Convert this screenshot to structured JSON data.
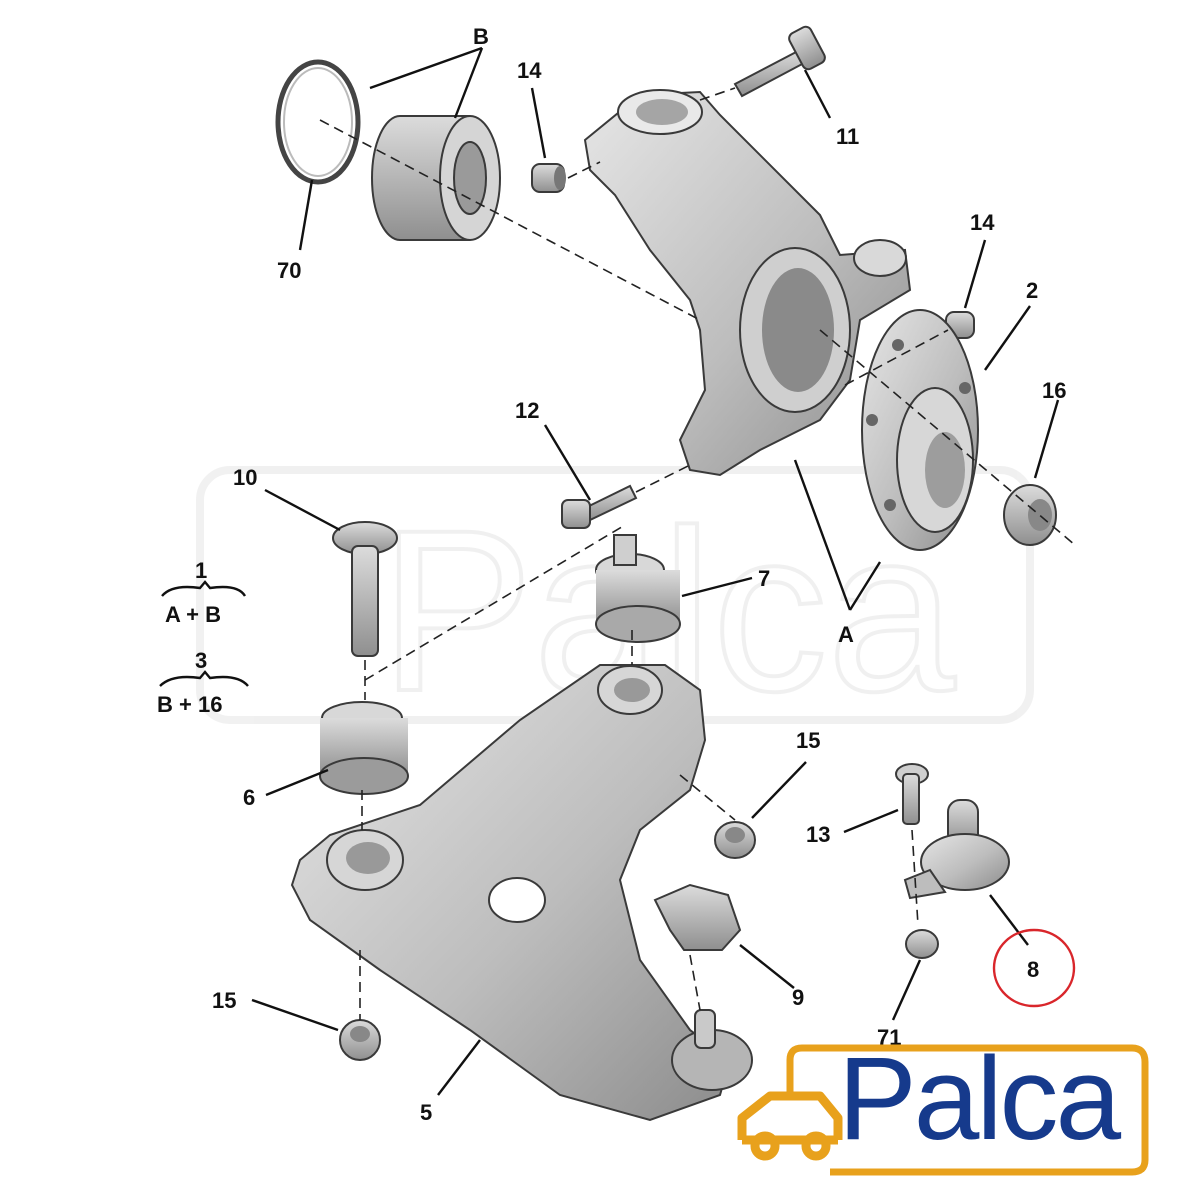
{
  "diagram": {
    "callouts": [
      {
        "id": "B",
        "text": "B"
      },
      {
        "id": "14a",
        "text": "14"
      },
      {
        "id": "11",
        "text": "11"
      },
      {
        "id": "70",
        "text": "70"
      },
      {
        "id": "14b",
        "text": "14"
      },
      {
        "id": "2",
        "text": "2"
      },
      {
        "id": "16",
        "text": "16"
      },
      {
        "id": "12",
        "text": "12"
      },
      {
        "id": "10",
        "text": "10"
      },
      {
        "id": "7",
        "text": "7"
      },
      {
        "id": "A",
        "text": "A"
      },
      {
        "id": "6",
        "text": "6"
      },
      {
        "id": "15a",
        "text": "15"
      },
      {
        "id": "13",
        "text": "13"
      },
      {
        "id": "9",
        "text": "9"
      },
      {
        "id": "8",
        "text": "8"
      },
      {
        "id": "15b",
        "text": "15"
      },
      {
        "id": "71",
        "text": "71"
      },
      {
        "id": "5",
        "text": "5"
      }
    ],
    "kits": [
      {
        "number": "1",
        "formula": "A + B"
      },
      {
        "number": "3",
        "formula": "B + 16"
      }
    ],
    "highlight": {
      "target": "8",
      "color": "#d9262b"
    }
  },
  "logo": {
    "text": "Palca",
    "text_color": "#163a8c",
    "frame_color": "#e8a11c"
  },
  "colors": {
    "part_fill": "#c9c9c9",
    "part_shadow": "#9c9c9c",
    "line": "#111111"
  }
}
